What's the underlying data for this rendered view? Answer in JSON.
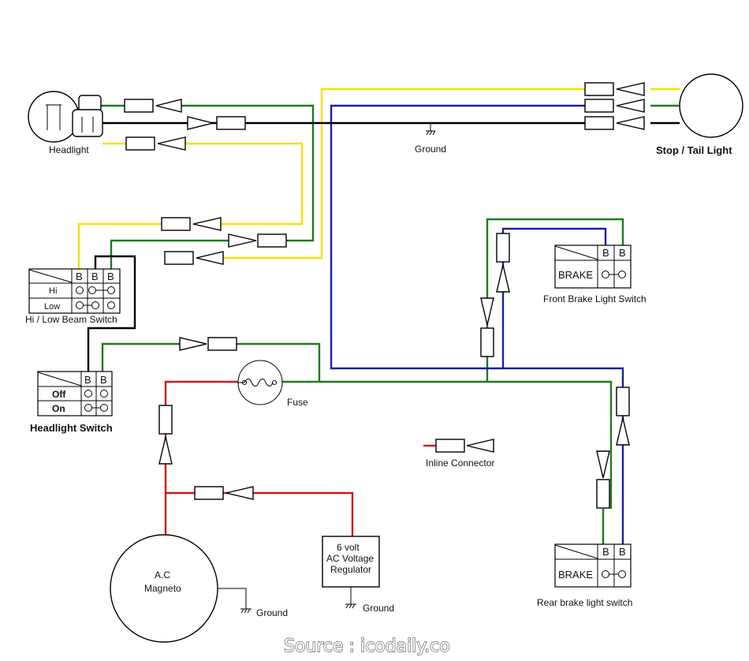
{
  "labels": {
    "headlight": "Headlight",
    "ground_top": "Ground",
    "stop_tail": "Stop / Tail Light",
    "hilo_switch": "Hi / Low Beam Switch",
    "front_brake": "Front Brake Light Switch",
    "headlight_switch": "Headlight Switch",
    "fuse": "Fuse",
    "inline_connector": "Inline Connector",
    "magneto_line1": "A.C",
    "magneto_line2": "Magneto",
    "ground_magneto": "Ground",
    "regulator_line1": "6 volt",
    "regulator_line2": "AC Voltage",
    "regulator_line3": "Regulator",
    "ground_regulator": "Ground",
    "rear_brake": "Rear brake light switch",
    "source": "Source : icodaily.co"
  },
  "hilo_table": {
    "headers": [
      "B",
      "B",
      "B"
    ],
    "rows": [
      "Hi",
      "Low"
    ]
  },
  "headlight_table": {
    "headers": [
      "B",
      "B"
    ],
    "rows": [
      "Off",
      "On"
    ]
  },
  "front_brake_table": {
    "headers": [
      "B",
      "B"
    ],
    "row": "BRAKE"
  },
  "rear_brake_table": {
    "headers": [
      "B",
      "B"
    ],
    "row": "BRAKE"
  },
  "wire_colors": {
    "yellow": "#f2e200",
    "green": "#1d7a1d",
    "blue": "#1b1fa0",
    "black": "#000000",
    "red": "#cc1a1a"
  }
}
